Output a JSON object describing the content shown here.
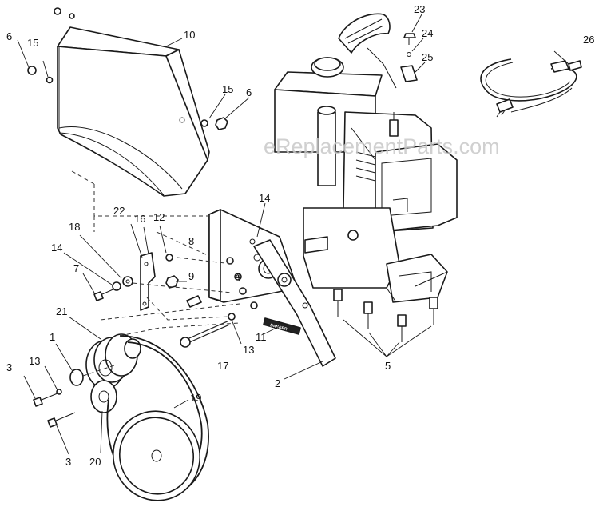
{
  "watermark": "eReplacementParts.com",
  "decal_text": "DANGER",
  "callouts": [
    {
      "id": "c6a",
      "label": "6"
    },
    {
      "id": "c15a",
      "label": "15"
    },
    {
      "id": "c10",
      "label": "10"
    },
    {
      "id": "c15b",
      "label": "15"
    },
    {
      "id": "c6b",
      "label": "6"
    },
    {
      "id": "c23",
      "label": "23"
    },
    {
      "id": "c24",
      "label": "24"
    },
    {
      "id": "c25",
      "label": "25"
    },
    {
      "id": "c26",
      "label": "26"
    },
    {
      "id": "c14a",
      "label": "14"
    },
    {
      "id": "c22",
      "label": "22"
    },
    {
      "id": "c16",
      "label": "16"
    },
    {
      "id": "c12",
      "label": "12"
    },
    {
      "id": "c18",
      "label": "18"
    },
    {
      "id": "c8",
      "label": "8"
    },
    {
      "id": "c14b",
      "label": "14"
    },
    {
      "id": "c7",
      "label": "7"
    },
    {
      "id": "c9",
      "label": "9"
    },
    {
      "id": "c4",
      "label": "4"
    },
    {
      "id": "c21",
      "label": "21"
    },
    {
      "id": "c11",
      "label": "11"
    },
    {
      "id": "c1",
      "label": "1"
    },
    {
      "id": "c13a",
      "label": "13"
    },
    {
      "id": "c13b",
      "label": "13"
    },
    {
      "id": "c17",
      "label": "17"
    },
    {
      "id": "c2",
      "label": "2"
    },
    {
      "id": "c5",
      "label": "5"
    },
    {
      "id": "c3a",
      "label": "3"
    },
    {
      "id": "c19",
      "label": "19"
    },
    {
      "id": "c20",
      "label": "20"
    },
    {
      "id": "c3b",
      "label": "3"
    }
  ]
}
